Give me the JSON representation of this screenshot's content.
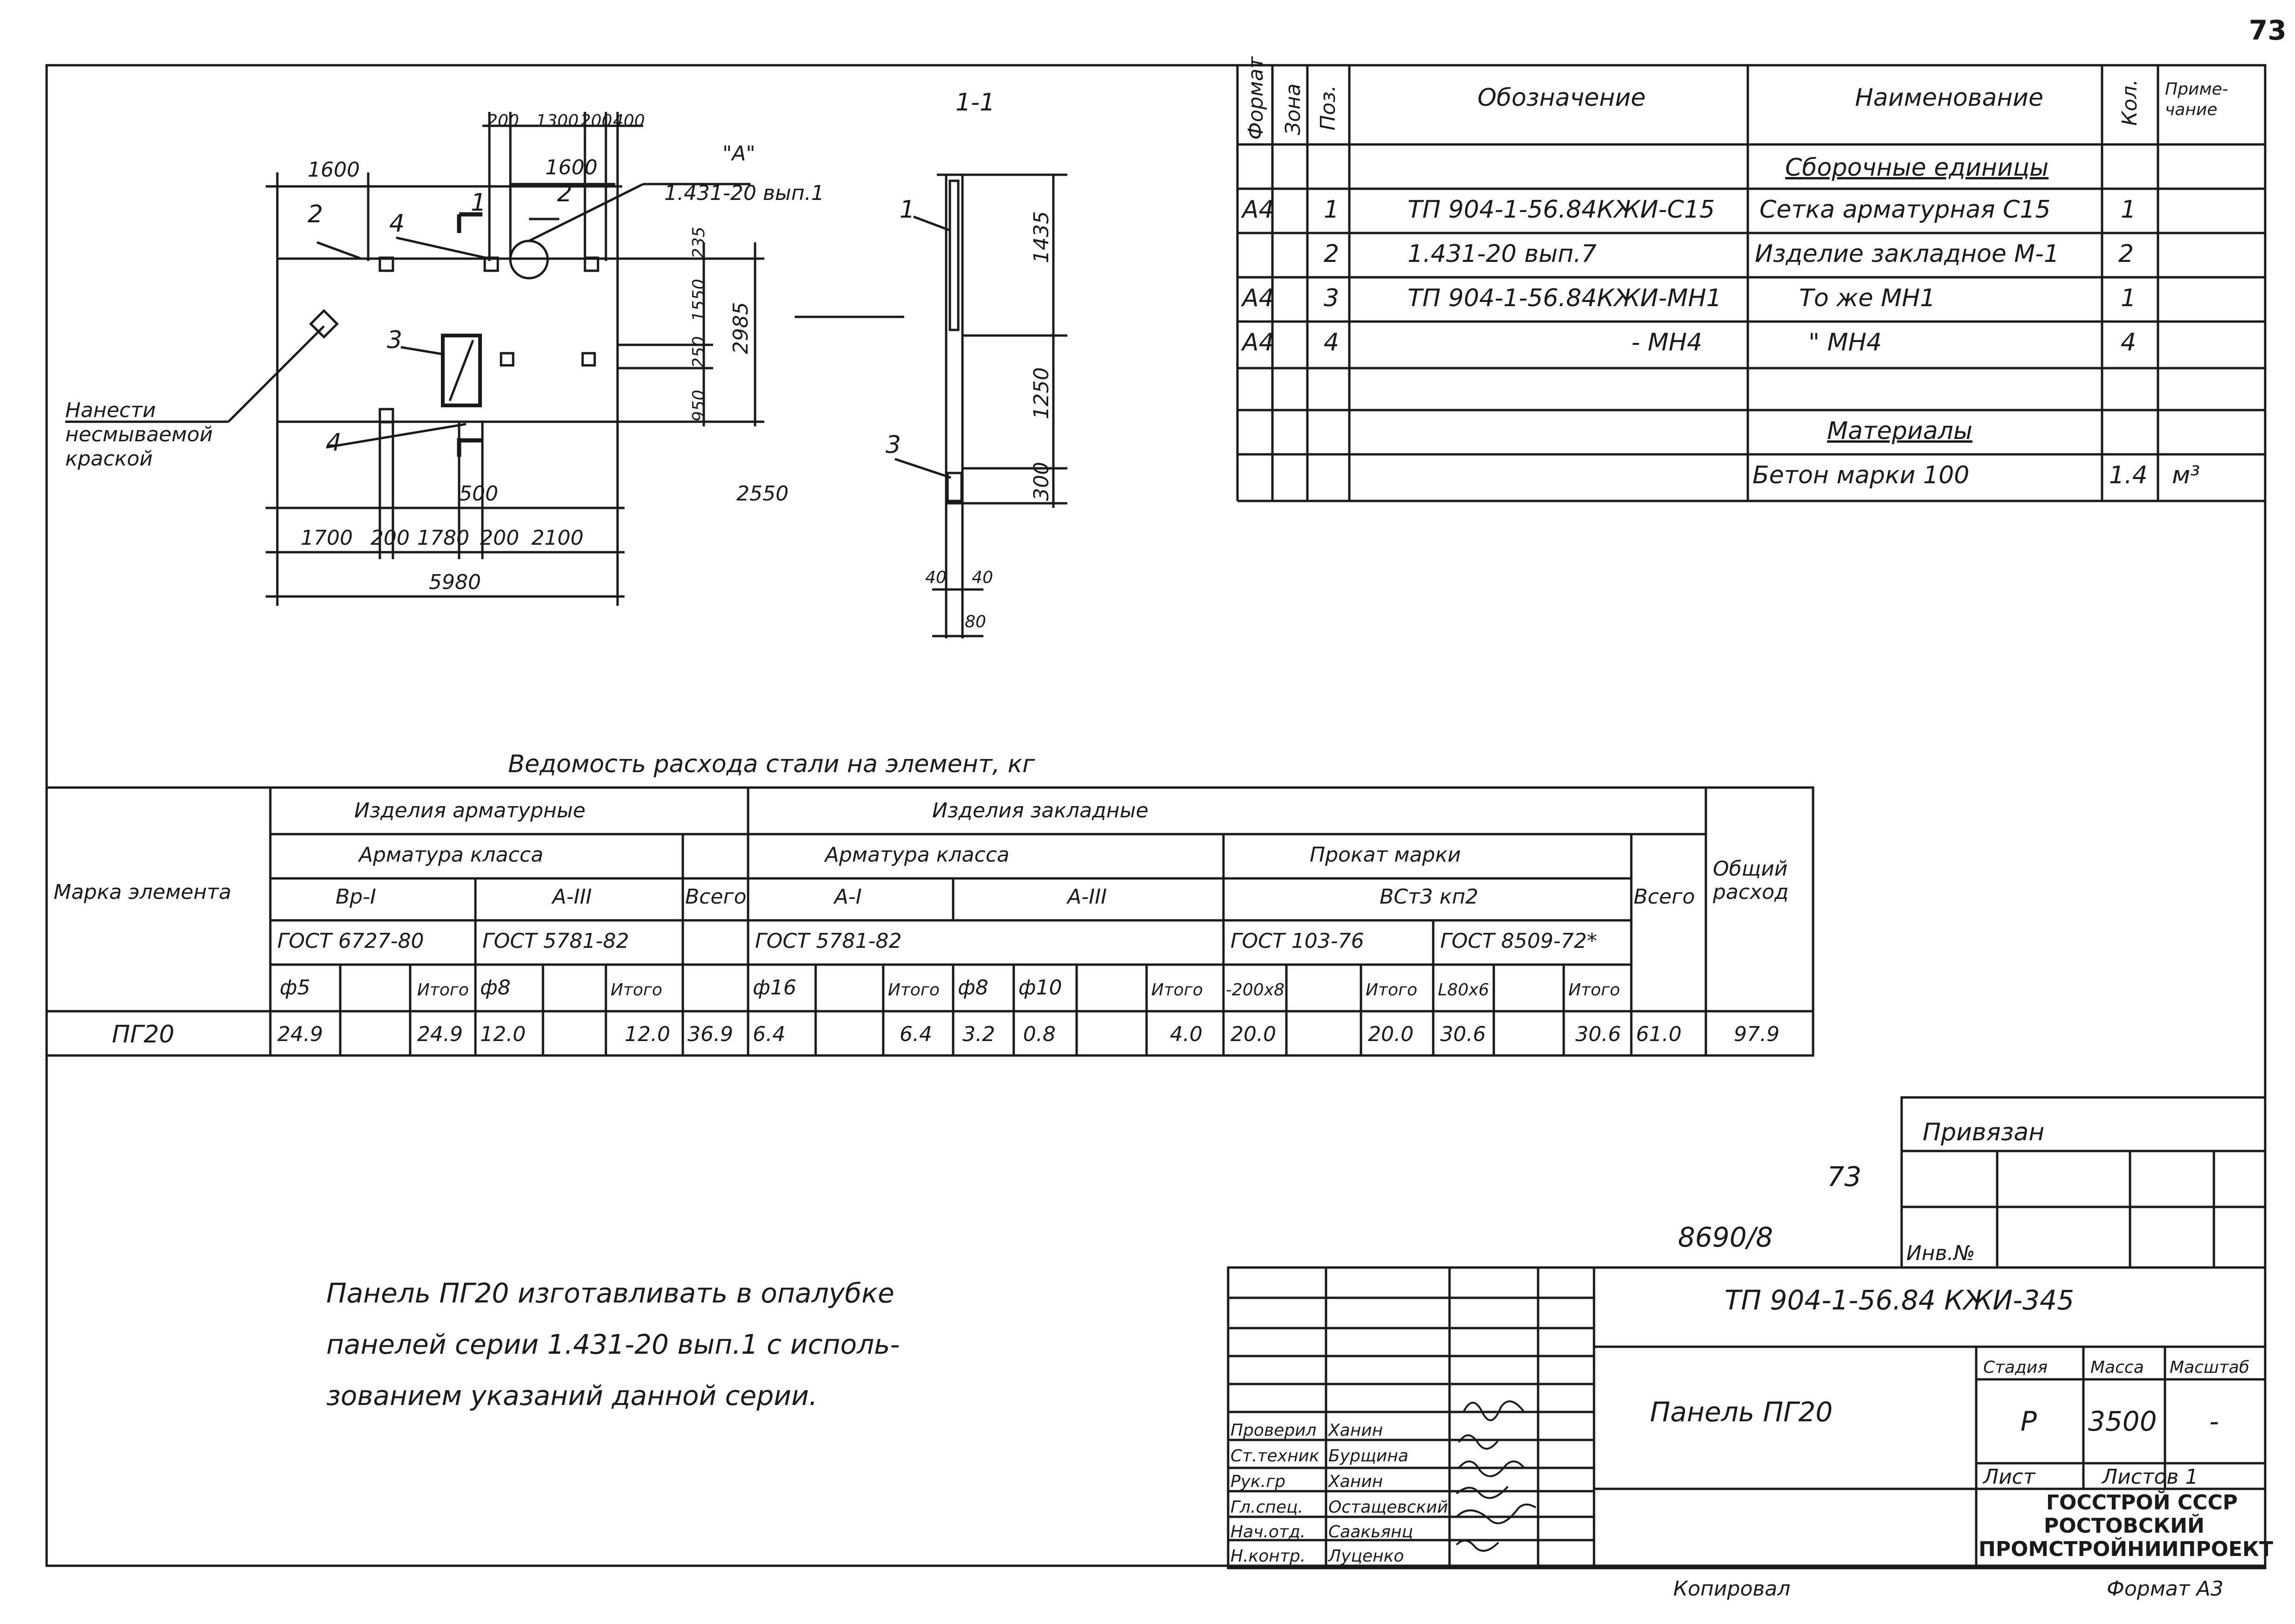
{
  "sheet_number": "73",
  "specification": {
    "headers": {
      "format": "Формат",
      "zone": "Зона",
      "pos": "Поз.",
      "designation": "Обозначение",
      "name": "Наименование",
      "qty": "Кол.",
      "note": "Приме-чание"
    },
    "section_assembly": "Сборочные единицы",
    "rows": [
      {
        "format": "А4",
        "pos": "1",
        "designation": "ТП 904-1-56.84КЖИ-С15",
        "name": "Сетка арматурная С15",
        "qty": "1"
      },
      {
        "format": "",
        "pos": "2",
        "designation": "1.431-20 вып.7",
        "name": "Изделие закладное М-1",
        "qty": "2"
      },
      {
        "format": "А4",
        "pos": "3",
        "designation": "ТП 904-1-56.84КЖИ-МН1",
        "name": "То же МН1",
        "qty": "1"
      },
      {
        "format": "А4",
        "pos": "4",
        "designation": "- МН4",
        "name": "\"  МН4",
        "qty": "4"
      }
    ],
    "section_materials": "Материалы",
    "material_row": {
      "name": "Бетон марки 100",
      "qty": "1.4",
      "note": "м³"
    }
  },
  "plan_view": {
    "section_mark": "1-1",
    "callout_a": "\"А\"",
    "callout_a_ref": "1.431-20 вып.1",
    "note_paint": "Нанести несмываемой краской",
    "dims_top": [
      "1600",
      "200",
      "1300",
      "200",
      "400",
      "1600"
    ],
    "dims_bottom": [
      "1700",
      "200",
      "1780",
      "200",
      "2100",
      "5980",
      "500",
      "2550"
    ],
    "dims_right": [
      "235",
      "1550",
      "250",
      "950",
      "2985"
    ],
    "pos_labels": [
      "2",
      "4",
      "1",
      "2",
      "3",
      "4"
    ]
  },
  "section_view": {
    "dims": [
      "1435",
      "1250",
      "300",
      "40",
      "40",
      "80"
    ],
    "pos_labels": [
      "1",
      "3"
    ]
  },
  "steel_table": {
    "title": "Ведомость расхода стали на элемент, кг",
    "h_element": "Марка элемента",
    "h_rebar_products": "Изделия арматурные",
    "h_embedded_products": "Изделия закладные",
    "h_rebar_class": "Арматура класса",
    "h_rolled": "Прокат марки",
    "h_bp1": "Вр-I",
    "h_a3": "А-III",
    "h_a1": "А-I",
    "h_vst3": "ВСт3 кп2",
    "h_gost_6727": "ГОСТ 6727-80",
    "h_gost_5781a": "ГОСТ 5781-82",
    "h_gost_5781b": "ГОСТ 5781-82",
    "h_gost_103": "ГОСТ 103-76",
    "h_gost_8509": "ГОСТ 8509-72*",
    "h_total": "Всего",
    "h_total2": "Всего",
    "h_overall": "Общий расход",
    "sub_headers": [
      "ф5",
      "",
      "Итого",
      "ф8",
      "",
      "Итого",
      "ф16",
      "",
      "Итого",
      "ф8",
      "ф10",
      "",
      "Итого",
      "-200х8",
      "",
      "Итого",
      "L80х6",
      "",
      "Итого"
    ],
    "row": {
      "element": "ПГ20",
      "values": [
        "24.9",
        "",
        "24.9",
        "12.0",
        "",
        "12.0",
        "36.9",
        "6.4",
        "",
        "6.4",
        "3.2",
        "0.8",
        "",
        "4.0",
        "20.0",
        "",
        "20.0",
        "30.6",
        "",
        "30.6",
        "61.0",
        "97.9"
      ]
    }
  },
  "note_text": [
    "Панель ПГ20 изготавливать в опалубке",
    "панелей серии 1.431-20 вып.1 с исполь-",
    "зованием указаний данной серии."
  ],
  "binding": {
    "label": "Привязан",
    "inv_label": "Инв.№",
    "number_73": "73",
    "number_8690": "8690/8"
  },
  "title_block": {
    "doc_code": "ТП 904-1-56.84 КЖИ-345",
    "doc_title": "Панель ПГ20",
    "stage_label": "Стадия",
    "mass_label": "Масса",
    "scale_label": "Масштаб",
    "stage": "Р",
    "mass": "3500",
    "scale": "-",
    "sheet_label": "Лист",
    "sheets_label": "Листов 1",
    "org_line1": "ГОССТРОЙ СССР",
    "org_line2": "РОСТОВСКИЙ",
    "org_line3": "ПРОМСТРОЙНИИПРОЕКТ",
    "signatures": [
      {
        "role": "Проверил",
        "name": "Ханин"
      },
      {
        "role": "Ст.техник",
        "name": "Бурщина"
      },
      {
        "role": "Рук.гр",
        "name": "Ханин"
      },
      {
        "role": "Гл.спец.",
        "name": "Остащевский"
      },
      {
        "role": "Нач.отд.",
        "name": "Саакьянц"
      },
      {
        "role": "Н.контр.",
        "name": "Луценко"
      }
    ],
    "copied_by": "Копировал",
    "format": "Формат А3"
  }
}
